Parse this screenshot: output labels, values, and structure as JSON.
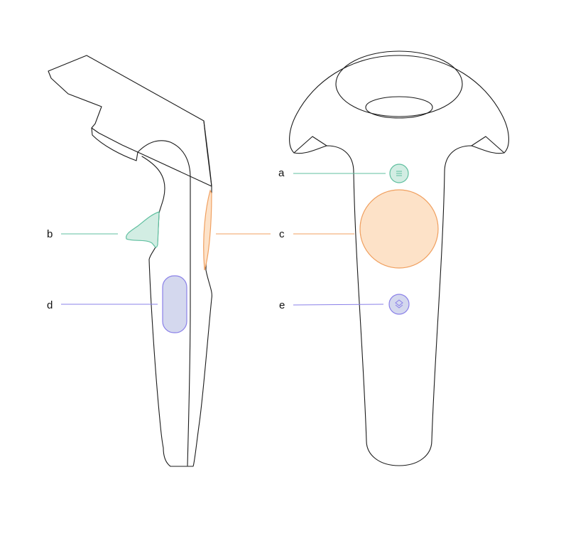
{
  "colors": {
    "green_fill": "#d2ede3",
    "green_stroke": "#5fbf9f",
    "orange_fill": "#fde2c8",
    "orange_stroke": "#f0a060",
    "blue_fill": "#d4d8ee",
    "blue_stroke": "#8a80e8",
    "outline": "#1a1a1a"
  },
  "labels": {
    "a": "a",
    "b": "b",
    "c": "c",
    "d": "d",
    "e": "e"
  },
  "icons": {
    "menu_button": "menu-icon",
    "system_button": "system-layers-icon"
  }
}
